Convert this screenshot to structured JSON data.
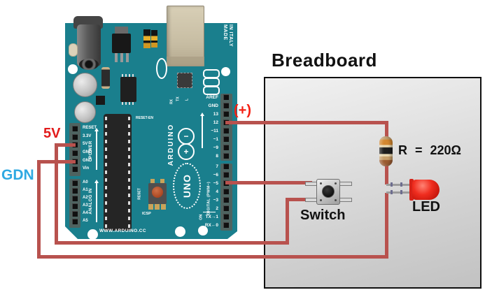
{
  "labels": {
    "breadboard_title": "Breadboard",
    "pin12_plus": "(+)",
    "power_5v": "5V",
    "ground": "GDN",
    "resistor_value": "R = 220Ω",
    "switch": "Switch",
    "led": "LED"
  },
  "arduino": {
    "made_in_italy": "MADE\nIN ITALY",
    "brand": "ARDUINO",
    "model": "UNO",
    "logo_minus": "−",
    "logo_plus": "+",
    "url": "WWW.ARDUINO.CC",
    "reset_en": "RESET-EN",
    "reset": "RESET",
    "icsp": "ICSP",
    "on": "ON",
    "tx": "TX",
    "rx": "RX",
    "led_l": "L",
    "power_label": "POWER",
    "analog_label": "ANALOG IN",
    "digital_label": "DIGITAL (PWM~)",
    "power_pins": [
      "RESET",
      "3.3V",
      "5V",
      "GND",
      "GND",
      "Vin"
    ],
    "analog_pins": [
      "A0",
      "A1",
      "A2",
      "A3",
      "A4",
      "A5"
    ],
    "digital_top_pins": [
      "AREF",
      "GND",
      "13",
      "12",
      "~11",
      "~1",
      "~9",
      "8"
    ],
    "digital_bottom_pins": [
      "7",
      "~6",
      "~5",
      "4",
      "~3",
      "2",
      "TX→1",
      "RX←0"
    ]
  },
  "colors": {
    "board_teal": "#1a7f8d",
    "wire_red": "#b8524e",
    "label_red": "#ef1a10",
    "label_blue": "#2fa9e2",
    "led_red": "#e8251a",
    "resistor_body": "#c79f6a",
    "breadboard_gray": "#d9d9d9"
  }
}
